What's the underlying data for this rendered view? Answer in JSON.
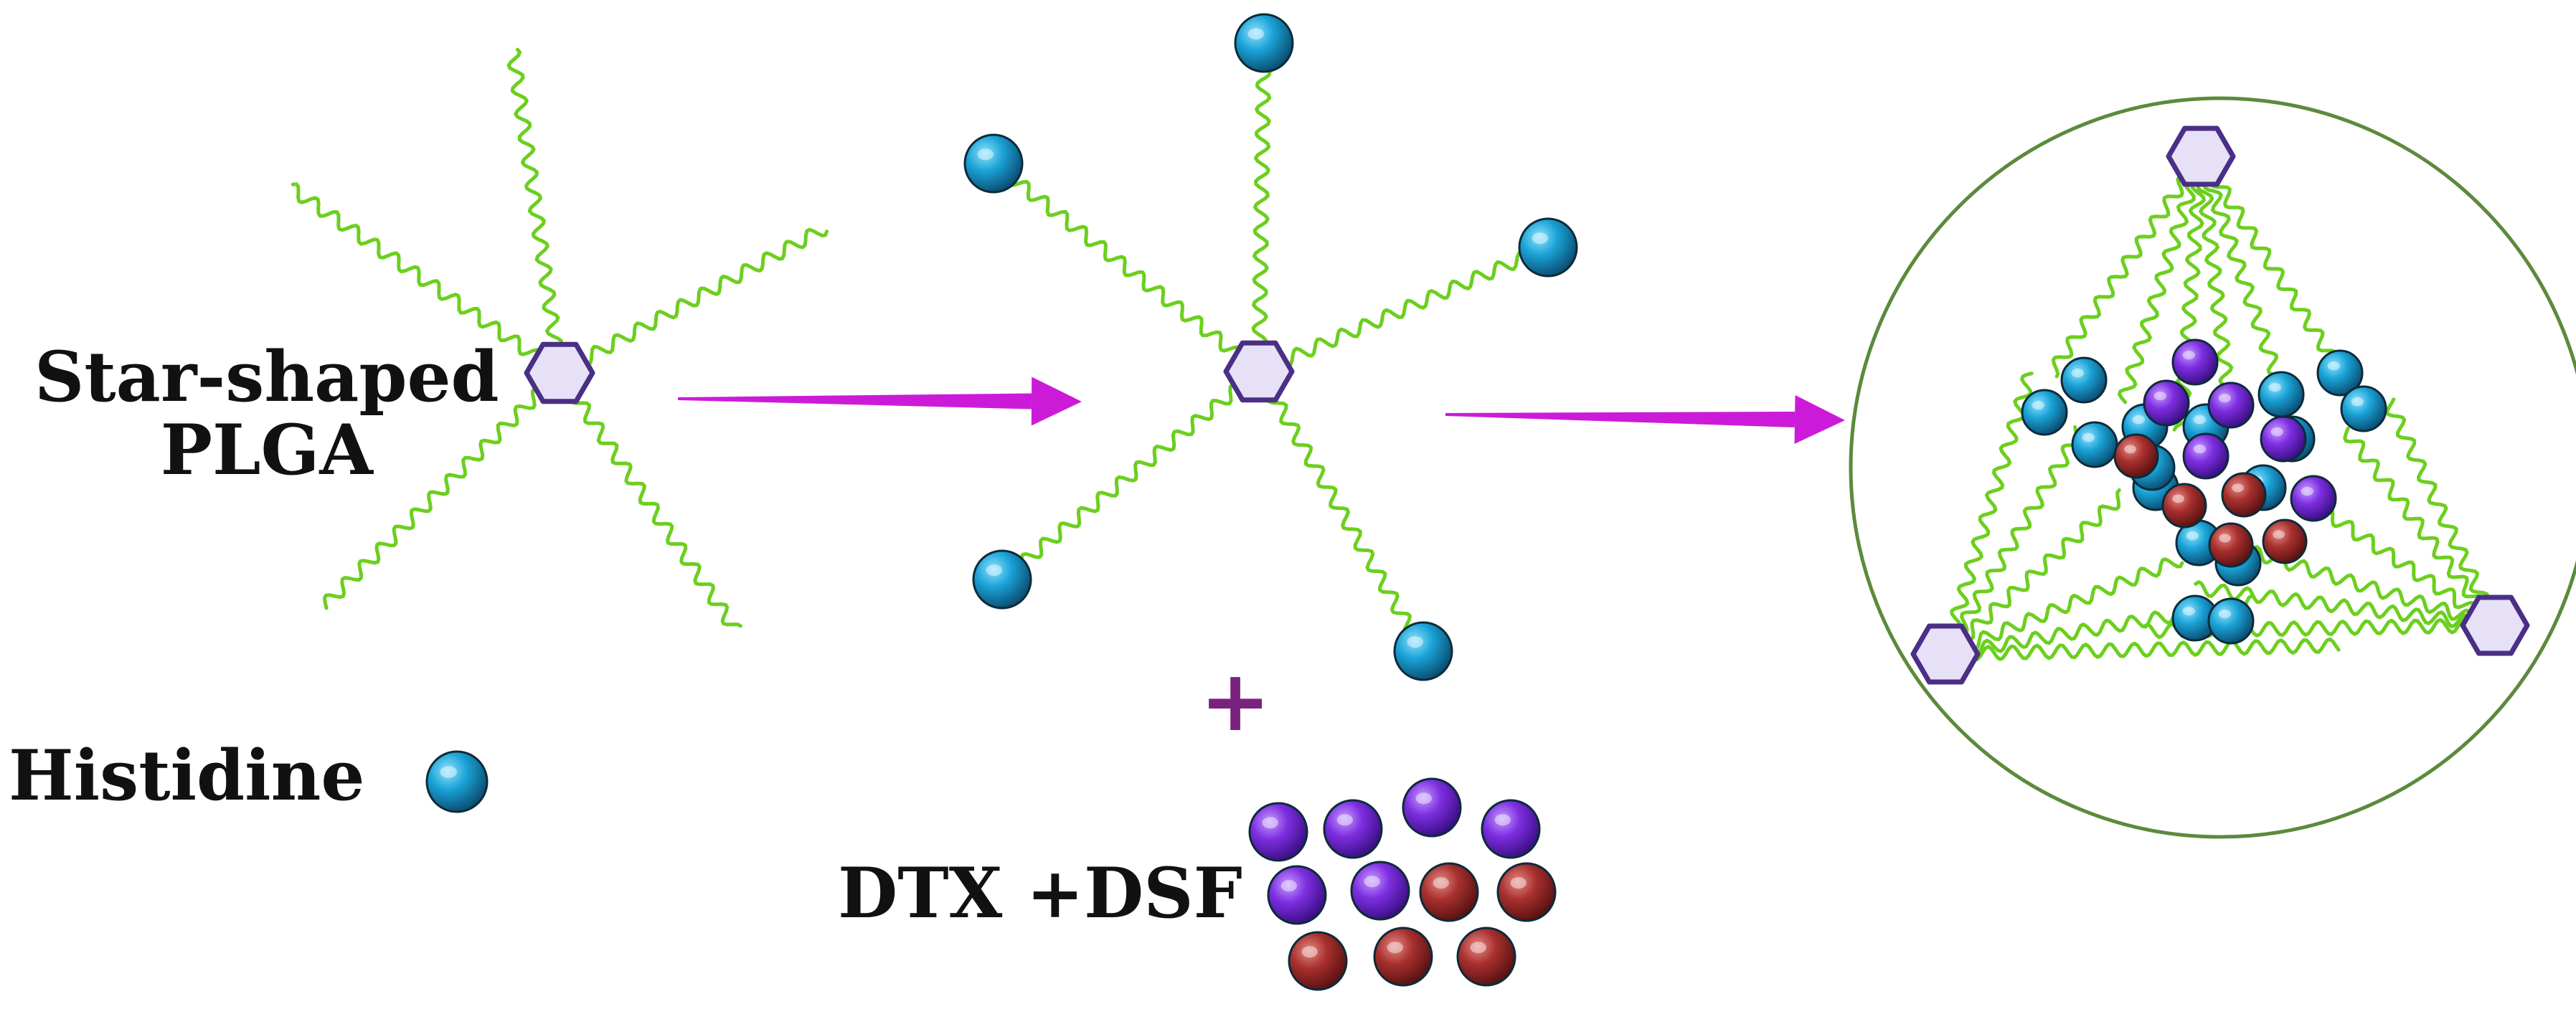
{
  "labels": {
    "star_line1": "Star-shaped",
    "star_line2": "PLGA",
    "histidine": "Histidine",
    "drugs": "DTX +DSF",
    "plus": "+"
  },
  "colors": {
    "chain": "#6ccf1e",
    "core_fill": "#e6e1f7",
    "core_stroke": "#4b2f86",
    "histidine": "#1a9cd0",
    "dtx": "#7d2ee0",
    "dsf": "#a8302e",
    "arrow": "#cc1bd8",
    "plus": "#7a237e",
    "micelle": "#5b8a3c"
  }
}
